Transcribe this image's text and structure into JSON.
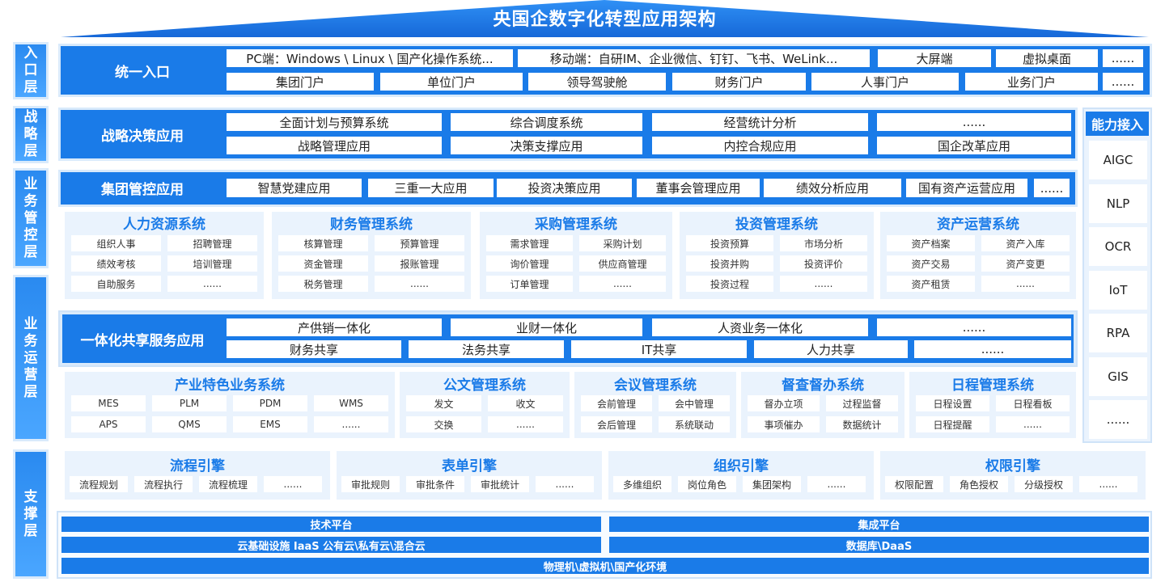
{
  "title": "央国企数字化转型应用架构",
  "layers": {
    "entry": "入口层",
    "strategy": "战略层",
    "control": "业务管控层",
    "operation": "业务运营层",
    "support": "支撑层"
  },
  "entry": {
    "label": "统一入口",
    "row1": [
      "PC端：Windows \\ Linux \\ 国产化操作系统...",
      "移动端：自研IM、企业微信、钉钉、飞书、WeLink...",
      "大屏端",
      "虚拟桌面",
      "......"
    ],
    "row2": [
      "集团门户",
      "单位门户",
      "领导驾驶舱",
      "财务门户",
      "人事门户",
      "业务门户",
      "......"
    ]
  },
  "strategy": {
    "label": "战略决策应用",
    "row1": [
      "全面计划与预算系统",
      "综合调度系统",
      "经营统计分析",
      "......"
    ],
    "row2": [
      "战略管理应用",
      "决策支撑应用",
      "内控合规应用",
      "国企改革应用"
    ]
  },
  "control": {
    "label": "集团管控应用",
    "items": [
      "智慧党建应用",
      "三重一大应用",
      "投资决策应用",
      "董事会管理应用",
      "绩效分析应用",
      "国有资产运营应用",
      "......"
    ],
    "panels": [
      {
        "title": "人力资源系统",
        "items": [
          "组织人事",
          "招聘管理",
          "绩效考核",
          "培训管理",
          "自助服务",
          "......"
        ]
      },
      {
        "title": "财务管理系统",
        "items": [
          "核算管理",
          "预算管理",
          "资金管理",
          "报账管理",
          "税务管理",
          "......"
        ]
      },
      {
        "title": "采购管理系统",
        "items": [
          "需求管理",
          "采购计划",
          "询价管理",
          "供应商管理",
          "订单管理",
          "......"
        ]
      },
      {
        "title": "投资管理系统",
        "items": [
          "投资预算",
          "市场分析",
          "投资并购",
          "投资评价",
          "投资过程",
          "......"
        ]
      },
      {
        "title": "资产运营系统",
        "items": [
          "资产档案",
          "资产入库",
          "资产交易",
          "资产变更",
          "资产租赁",
          "......"
        ]
      }
    ]
  },
  "operation": {
    "label": "一体化共享服务应用",
    "row1": [
      "产供销一体化",
      "业财一体化",
      "人资业务一体化",
      "......"
    ],
    "row2": [
      "财务共享",
      "法务共享",
      "IT共享",
      "人力共享",
      "......"
    ],
    "industry": {
      "title": "产业特色业务系统",
      "items": [
        "MES",
        "PLM",
        "PDM",
        "WMS",
        "APS",
        "QMS",
        "EMS",
        "......"
      ]
    },
    "panels": [
      {
        "title": "公文管理系统",
        "items": [
          "发文",
          "收文",
          "交换",
          "......"
        ]
      },
      {
        "title": "会议管理系统",
        "items": [
          "会前管理",
          "会中管理",
          "会后管理",
          "系统联动"
        ]
      },
      {
        "title": "督查督办系统",
        "items": [
          "督办立项",
          "过程监督",
          "事项催办",
          "数据统计"
        ]
      },
      {
        "title": "日程管理系统",
        "items": [
          "日程设置",
          "日程看板",
          "日程提醒",
          "......"
        ]
      }
    ]
  },
  "support": {
    "engines": [
      {
        "title": "流程引擎",
        "items": [
          "流程规划",
          "流程执行",
          "流程梳理",
          "......"
        ]
      },
      {
        "title": "表单引擎",
        "items": [
          "审批规则",
          "审批条件",
          "审批统计",
          "......"
        ]
      },
      {
        "title": "组织引擎",
        "items": [
          "多维组织",
          "岗位角色",
          "集团架构",
          "......"
        ]
      },
      {
        "title": "权限引擎",
        "items": [
          "权限配置",
          "角色授权",
          "分级授权",
          "......"
        ]
      }
    ],
    "bars": {
      "tech": "技术平台",
      "integration": "集成平台",
      "cloud": "云基础设施 IaaS 公有云\\私有云\\混合云",
      "database": "数据库\\DaaS",
      "physical": "物理机\\虚拟机\\国产化环境"
    }
  },
  "capability": {
    "title": "能力接入",
    "items": [
      "AIGC",
      "NLP",
      "OCR",
      "IoT",
      "RPA",
      "GIS",
      "......"
    ]
  },
  "colors": {
    "primary": "#1a7be8",
    "panel": "#eaf3fd",
    "frame": "#cfe3f8"
  }
}
